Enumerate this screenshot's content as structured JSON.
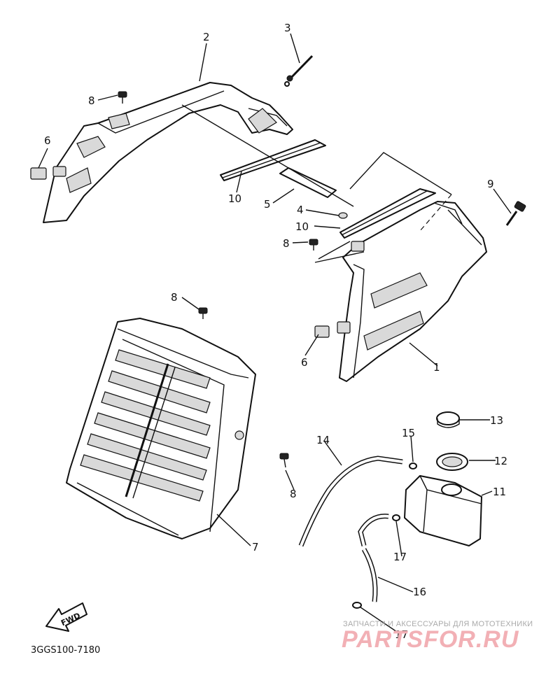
{
  "diagram_code": "3GGS100-7180",
  "watermark": {
    "tagline": "ЗАПЧАСТИ И АКСЕССУАРЫ ДЛЯ МОТОТЕХНИКИ",
    "brand": "PARTSFOR.RU",
    "color": "#f2b0b5"
  },
  "fwd_label": "FWD",
  "callouts": {
    "c1": "1",
    "c2": "2",
    "c3": "3",
    "c4": "4",
    "c5": "5",
    "c6a": "6",
    "c6b": "6",
    "c7": "7",
    "c8a": "8",
    "c8b": "8",
    "c8c": "8",
    "c8d": "8",
    "c9": "9",
    "c10a": "10",
    "c10b": "10",
    "c11": "11",
    "c12": "12",
    "c13": "13",
    "c14": "14",
    "c15": "15",
    "c16": "16",
    "c17a": "17",
    "c17b": "17"
  }
}
